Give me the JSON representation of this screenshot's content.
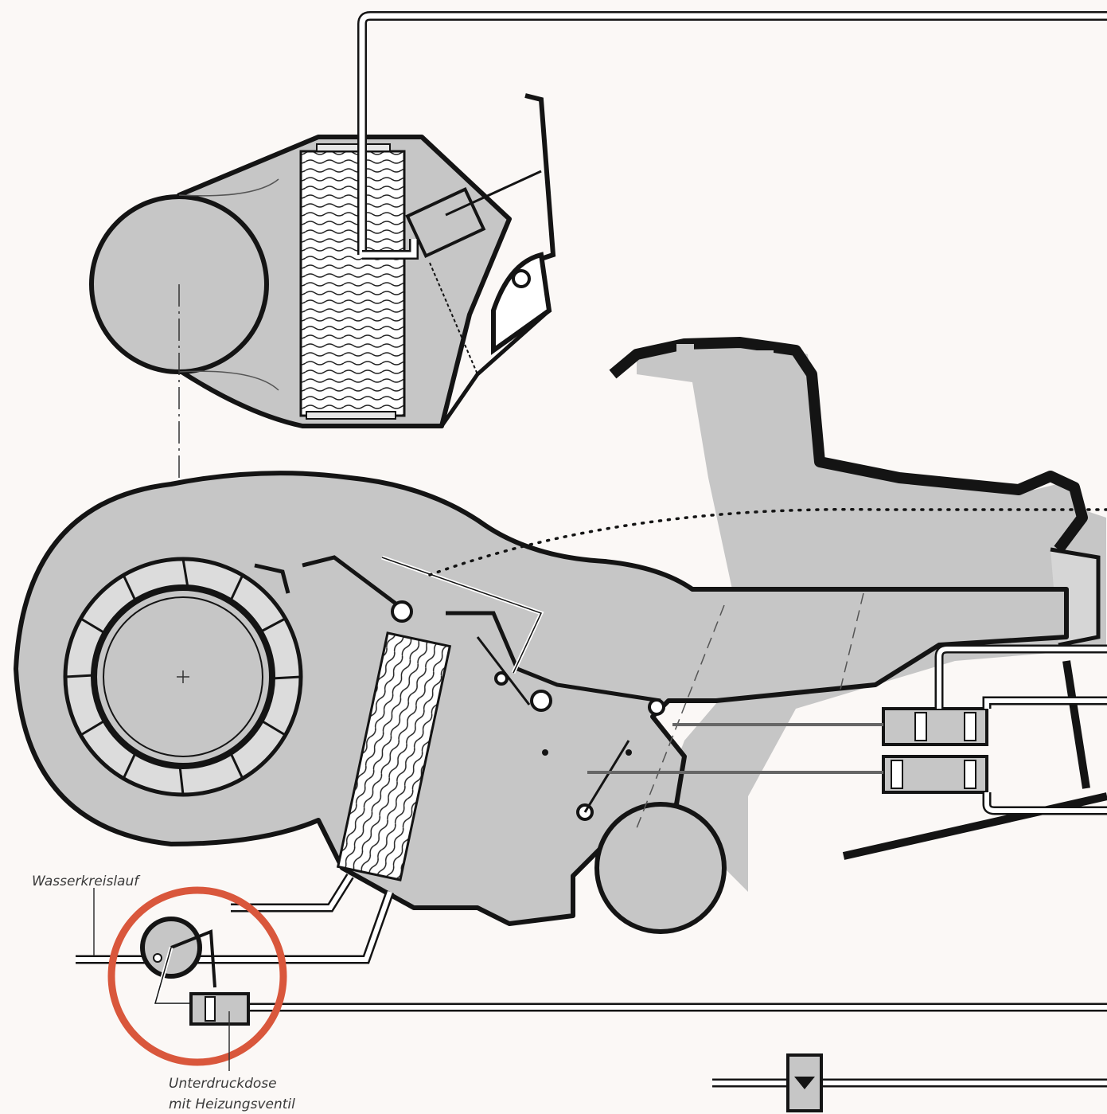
{
  "labels": {
    "water_circuit": "Wasserkreislauf",
    "vacuum_unit_line1": "Unterdruckdose",
    "vacuum_unit_line2": "mit Heizungsventil"
  },
  "colors": {
    "background": "#fbf8f6",
    "housing_fill": "#c6c6c6",
    "outline": "#141414",
    "pipe": "#ffffff",
    "highlight_ring": "#d9573c",
    "label_text": "#3a3a3a"
  }
}
